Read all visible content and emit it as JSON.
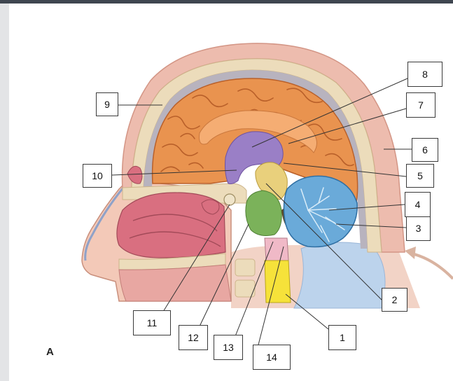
{
  "panel_letter": "A",
  "labels": [
    "1",
    "2",
    "3",
    "4",
    "5",
    "6",
    "7",
    "8",
    "9",
    "10",
    "11",
    "12",
    "13",
    "14"
  ],
  "colors": {
    "cerebrum": "#e9934f",
    "cerebrum_sulci": "#b9602a",
    "corpus_callosum": "#f5ad73",
    "thalamus": "#9a7fc6",
    "cerebellum": "#6aaad9",
    "midbrain": "#e9d07c",
    "pons": "#7bb25a",
    "medulla": "#f6e23a",
    "skin": "#e8b3a4",
    "bone": "#ead9b7",
    "nasal": "#d96f80"
  }
}
